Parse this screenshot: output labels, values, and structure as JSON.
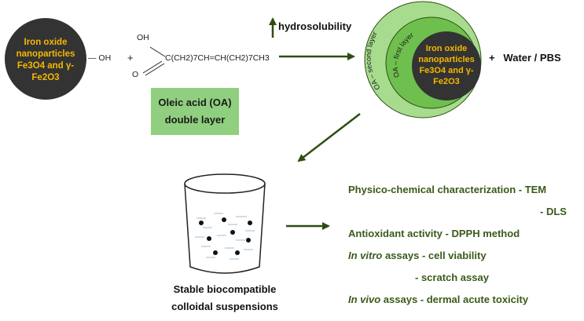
{
  "left_particle": {
    "line1": "Iron oxide",
    "line2": "nanoparticles",
    "line3": "Fe3O4 and γ-",
    "line4": "Fe2O3",
    "oh_group": "— OH"
  },
  "plus_sign": "+",
  "oleic_acid": {
    "oh": "OH",
    "o": "O",
    "formula": "C(CH2)7CH=CH(CH2)7CH3"
  },
  "oa_box": {
    "line1": "Oleic acid (OA)",
    "line2": "double layer"
  },
  "hydrosolubility": "hydrosolubility",
  "coated_particle": {
    "outer_label": "OA – second layer",
    "inner_label": "OA – first layer",
    "line1": "Iron oxide",
    "line2": "nanoparticles",
    "line3": "Fe3O4 and γ-",
    "line4": "Fe2O3"
  },
  "water_pbs": "+   Water / PBS",
  "beaker_caption": {
    "line1": "Stable biocompatible",
    "line2": "colloidal suspensions"
  },
  "results": {
    "r1": "Physico-chemical characterization - TEM",
    "r2": "- DLS",
    "r3": "Antioxidant activity - DPPH method",
    "r4_italic": "In vitro",
    "r4_rest": " assays - cell viability",
    "r5": "- scratch assay",
    "r6_italic": "In vivo",
    "r6_rest": " assays - dermal acute toxicity"
  },
  "colors": {
    "arrow": "#2e4d12",
    "ring_outer": "#a7dc8e",
    "ring_inner": "#6fbf4e",
    "core": "#333333",
    "text_accent": "#f5b800",
    "result_text": "#3a5a1a",
    "box": "#8fcf7f"
  }
}
